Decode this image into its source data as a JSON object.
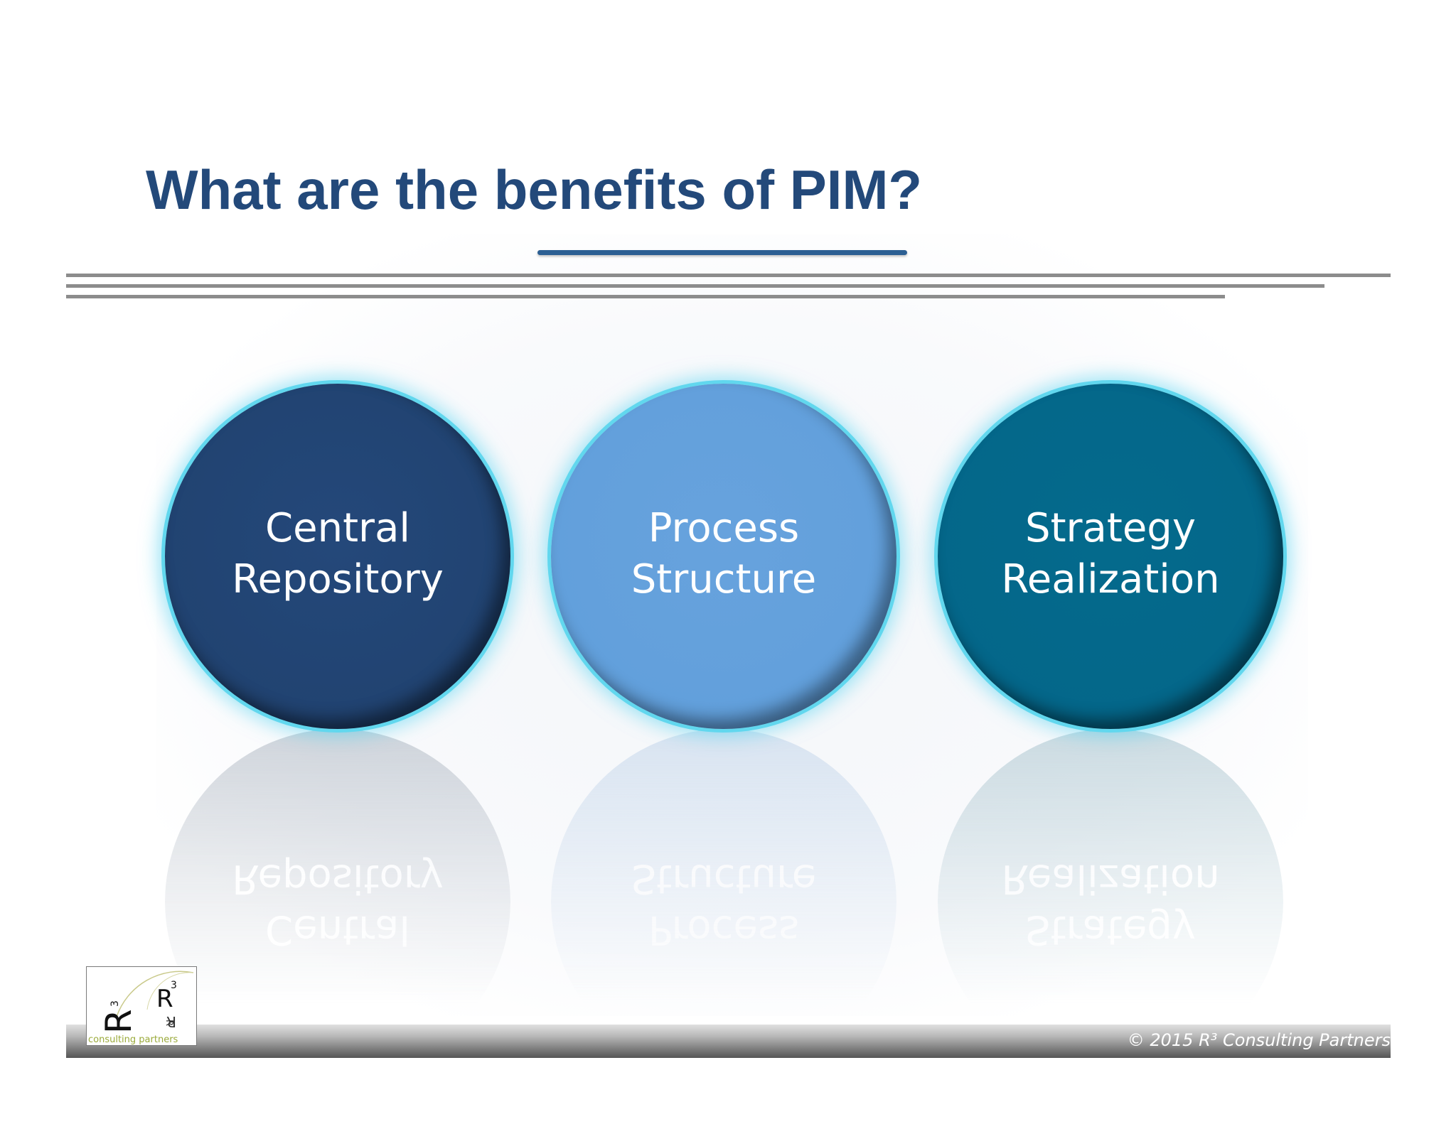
{
  "slide": {
    "title": "What are the benefits of PIM?",
    "circles": [
      {
        "line1": "Central",
        "line2": "Repository",
        "color": "#214371"
      },
      {
        "line1": "Process",
        "line2": "Structure",
        "color": "#62a0dc"
      },
      {
        "line1": "Strategy",
        "line2": "Realization",
        "color": "#04678a"
      }
    ],
    "footer": {
      "copyright": "© 2015 R³ Consulting Partners"
    },
    "logo": {
      "mark": "R",
      "superscript": "3",
      "tagline": "consulting partners"
    },
    "colors": {
      "title": "#23497a",
      "rule": "#8c8c8c",
      "glow": "#61d7ee"
    }
  }
}
